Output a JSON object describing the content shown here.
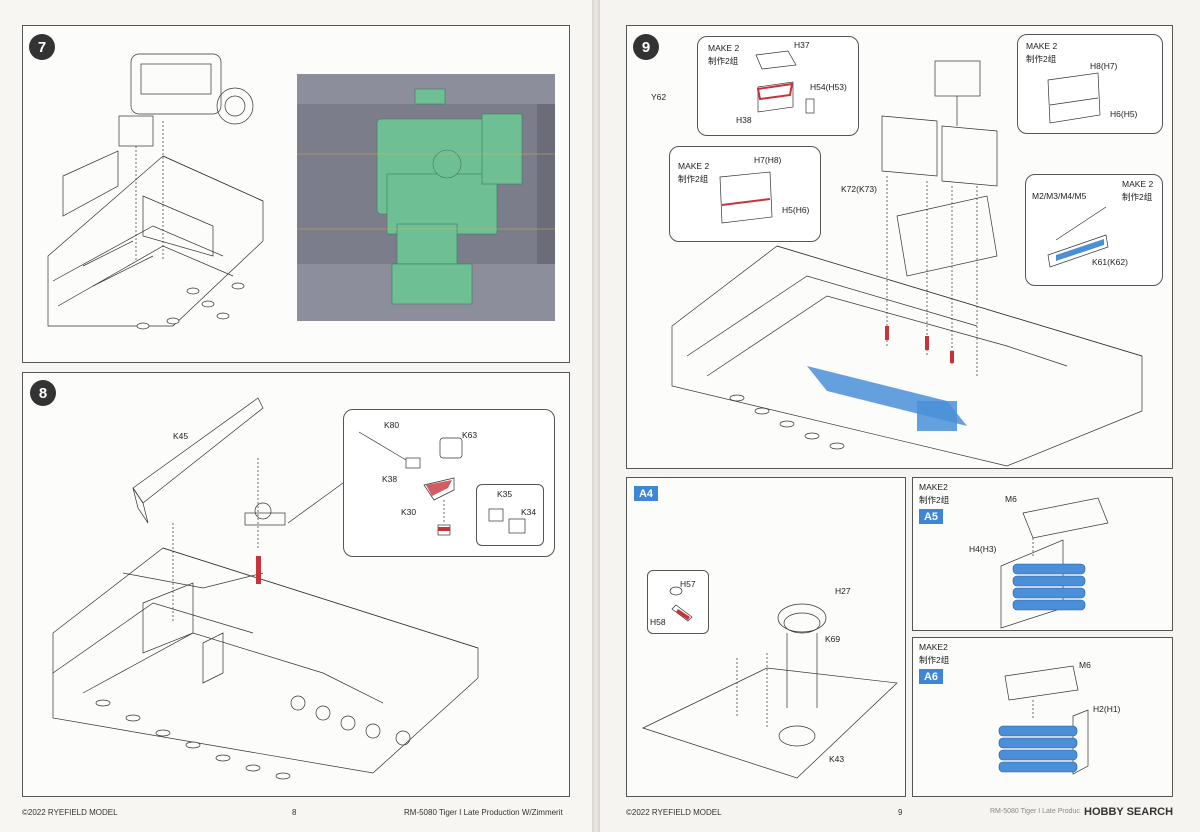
{
  "steps": {
    "s7": {
      "number": "7"
    },
    "s8": {
      "number": "8",
      "labels": {
        "k45": "K45",
        "k80": "K80",
        "k63": "K63",
        "k38": "K38",
        "k30": "K30",
        "k35": "K35",
        "k34": "K34"
      }
    },
    "s9": {
      "number": "9",
      "labels": {
        "make_a": "MAKE 2",
        "make_a_cn": "制作2组",
        "h37": "H37",
        "h54": "H54(H53)",
        "h38": "H38",
        "y62": "Y62",
        "make_b": "MAKE 2",
        "make_b_cn": "制作2组",
        "h8": "H8(H7)",
        "h6": "H6(H5)",
        "make_c": "MAKE 2",
        "make_c_cn": "制作2组",
        "h7": "H7(H8)",
        "h5": "H5(H6)",
        "k72": "K72(K73)",
        "make_d": "MAKE 2",
        "make_d_cn": "制作2组",
        "m2": "M2/M3/M4/M5",
        "k61": "K61(K62)"
      }
    },
    "a4": {
      "tag": "A4",
      "labels": {
        "h57": "H57",
        "h58": "H58",
        "h27": "H27",
        "k69": "K69",
        "k43": "K43"
      }
    },
    "a5": {
      "tag": "A5",
      "make": "MAKE2",
      "make_cn": "制作2组",
      "labels": {
        "m6": "M6",
        "h4": "H4(H3)"
      }
    },
    "a6": {
      "tag": "A6",
      "make": "MAKE2",
      "make_cn": "制作2组",
      "labels": {
        "m6": "M6",
        "h2": "H2(H1)"
      }
    }
  },
  "footer": {
    "left_copyright": "©2022 RYEFIELD MODEL",
    "left_page": "8",
    "left_title": "RM-5080 Tiger I Late Production W/Zimmerit",
    "right_copyright": "©2022 RYEFIELD MODEL",
    "right_page": "9",
    "right_title": "RM-5080 Tiger I Late Production W/Zimmerit",
    "watermark": "HOBBY SEARCH"
  },
  "colors": {
    "highlight_blue": "#4a8fd8",
    "render_green": "#6fbf95",
    "render_bg": "#8d8e9b",
    "part_red": "#c8333a"
  }
}
